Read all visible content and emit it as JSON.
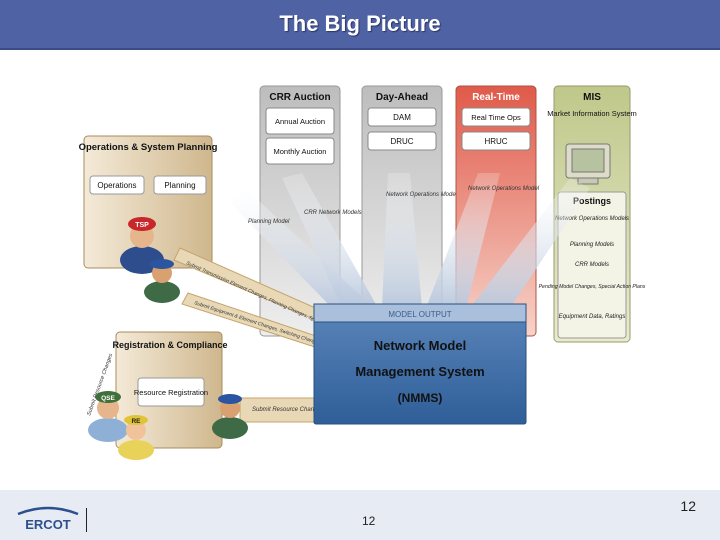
{
  "slide": {
    "title": "The Big Picture",
    "page_number": "12",
    "page_number_center": "12"
  },
  "logo": {
    "text": "ERCOT"
  },
  "columns": {
    "crr": {
      "title": "CRR Auction",
      "items": [
        "Annual Auction",
        "Monthly Auction"
      ]
    },
    "dayahead": {
      "title": "Day-Ahead",
      "items": [
        "DAM",
        "DRUC"
      ]
    },
    "realtime": {
      "title": "Real-Time",
      "items": [
        "Real Time Ops",
        "HRUC"
      ]
    },
    "mis": {
      "title": "MIS",
      "items": [
        "Market Information System"
      ]
    }
  },
  "ops_planning": {
    "title": "Operations & System Planning",
    "items": [
      "Operations",
      "Planning"
    ],
    "tag": "TSP"
  },
  "registration": {
    "title": "Registration & Compliance",
    "resource_registration": "Resource Registration",
    "tags": [
      "QSE",
      "RE"
    ]
  },
  "postings": {
    "title": "Postings",
    "items": [
      "Network Operations Models",
      "Planning Models",
      "CRR Models",
      "Pending Model Changes, Special Action Plans",
      "Equipment Data, Ratings"
    ]
  },
  "arrow_labels": {
    "planning_model": "Planning Model",
    "crr_network_models": "CRR Network Models",
    "network_ops_mode": "Network Operations Mode",
    "network_ops_model": "Network Operations Model",
    "submit_transmission": "Submit Transmission Element Changes, Planning Changes, Special Action Plans",
    "submit_equipment": "Submit Equipment & Element Changes, Switching Changes, Action Plans",
    "submit_resource": "Submit Resource Changes",
    "submit_resource_vertical": "Submit Resource Changes"
  },
  "nmms": {
    "header": "MODEL OUTPUT",
    "line1": "Network Model",
    "line2": "Management System",
    "line3": "(NMMS)"
  },
  "colors": {
    "title_bar": "#4f62a4",
    "nmms_blue": "#3f6ea6",
    "crr_gray": "#cfcfcf",
    "realtime_red": "#e9685a",
    "mis_green": "#c9cf9a",
    "arrow_tan": "#d9c39a"
  }
}
